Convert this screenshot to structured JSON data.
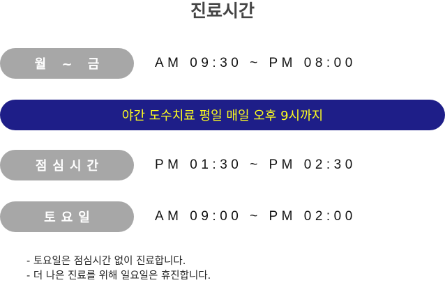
{
  "title": "진료시간",
  "rows": [
    {
      "label": "월 ~ 금",
      "time": "AM 09:30 ~ PM 08:00"
    },
    {
      "label": "점심시간",
      "time": "PM 01:30 ~ PM 02:30"
    },
    {
      "label": "토요일",
      "time": "AM 09:00 ~ PM 02:00"
    }
  ],
  "banner": "야간 도수치료 평일 매일 오후 9시까지",
  "notes": [
    "- 토요일은 점심시간 없이 진료합니다.",
    "- 더 나은 진료를 위해 일요일은 휴진합니다."
  ],
  "colors": {
    "pill": "#a7a7a7",
    "banner_bg": "#1e1e88",
    "banner_text": "#ffff1e"
  }
}
